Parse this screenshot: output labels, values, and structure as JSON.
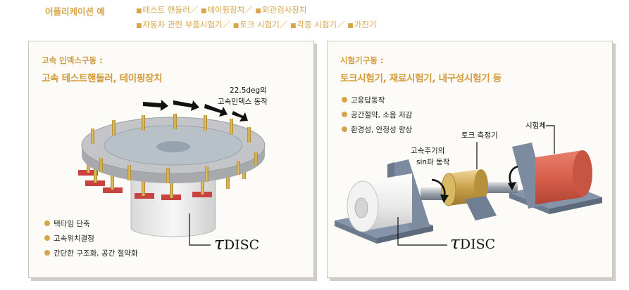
{
  "header": {
    "label": "어플리케이션 예",
    "bullet": "■",
    "row1": [
      "테스트 핸들러／",
      "테이핑장치／",
      "외관검사장치"
    ],
    "row2": [
      "자동차 관련 부품시험기／",
      "토크 시험기／",
      "각종 시험기／",
      "가진기"
    ]
  },
  "left_panel": {
    "subtitle": "고속 인덱스구동 :",
    "title": "고속 테스트핸들러, 테이핑장치",
    "motion_label_line1": "22.5deg의",
    "motion_label_line2": "고속인덱스 동작",
    "bullets": [
      "택타임 단축",
      "고속위치결정",
      "간단한 구조화, 공간 절약화"
    ],
    "brand_symbol": "τ",
    "brand_text": "DISC"
  },
  "right_panel": {
    "subtitle": "시험기구동 :",
    "title": "토크시험기, 재료시험기, 내구성시험기 등",
    "bullets": [
      "고응답동작",
      "공간절약, 소음 저감",
      "환경성, 안정성 향상"
    ],
    "label_torque_sensor": "토크 측정기",
    "label_specimen": "시험체",
    "label_sine_line1": "고속주기의",
    "label_sine_line2": "sin파 동작",
    "brand_symbol": "τ",
    "brand_text": "DISC"
  },
  "colors": {
    "accent": "#d7a64a",
    "specimen_red": "#d9614c",
    "base_blue": "#7f8ea5",
    "gold_sensor": "#c9a14a"
  }
}
